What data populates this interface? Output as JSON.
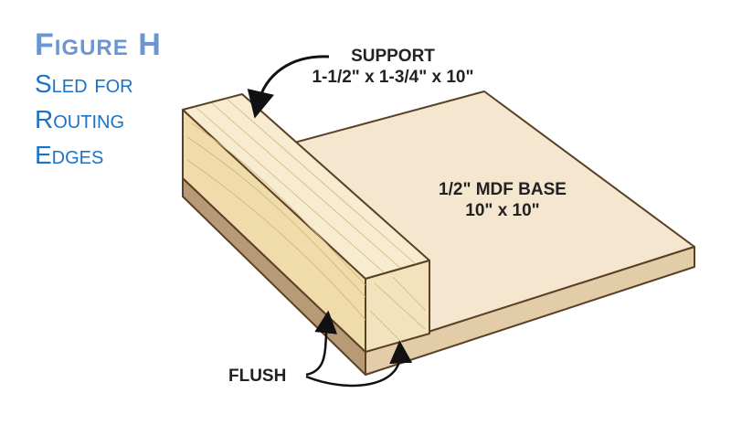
{
  "figure": {
    "title": "Figure H",
    "subtitle_lines": [
      "Sled for",
      "Routing",
      "Edges"
    ]
  },
  "labels": {
    "support_name": "SUPPORT",
    "support_dims": "1-1/2\" x 1-3/4\" x 10\"",
    "base_name": "1/2\" MDF BASE",
    "base_dims": "10\" x 10\"",
    "flush": "FLUSH"
  },
  "colors": {
    "title": "#6a97d4",
    "subtitle": "#1a73c8",
    "mdf_top": "#f5e6cf",
    "mdf_edge": "#e3cda8",
    "mdf_side": "#b89a76",
    "wood_top": "#f8ecd0",
    "wood_side": "#f0dcaa",
    "outline": "#5a4024"
  }
}
